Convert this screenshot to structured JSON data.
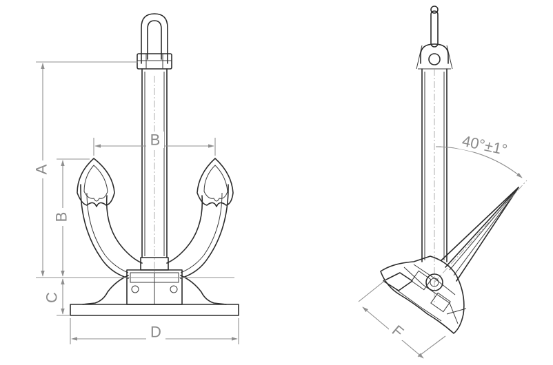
{
  "labels": {
    "A": "A",
    "B_top": "B",
    "B_side": "B",
    "C": "C",
    "D": "D",
    "F": "F",
    "angle": "40°±1°"
  },
  "colors": {
    "outline": "#2b2b2b",
    "dimension": "#8f8f8f",
    "background": "#ffffff"
  }
}
